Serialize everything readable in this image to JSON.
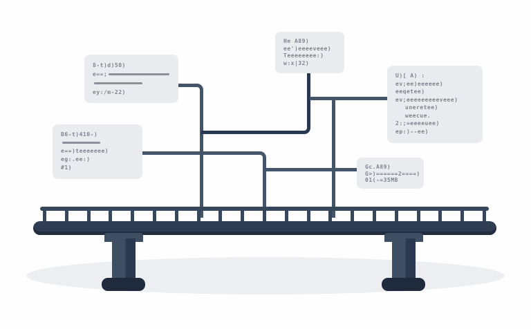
{
  "diagram": {
    "type": "bridge-infographic",
    "colors": {
      "box_bg": "#e9ebee",
      "text": "#7d848e",
      "line": "#44556a",
      "line_dark": "#273850",
      "bridge": "#2e3d51",
      "bridge_mid": "#36465b",
      "bridge_light": "#3e4e63",
      "bridge_darkcol": "#2a3850",
      "bridge_dark": "#1f2b3c",
      "shadow": "#edeef1"
    },
    "railing_posts": 21,
    "callouts": [
      {
        "name": "callout-top-left",
        "lines": [
          {
            "text": "8-t)d)50)"
          },
          {
            "text": "e==;",
            "bar": 88
          },
          {
            "bar": 70
          },
          {
            "text": "ey:/m-22)"
          }
        ]
      },
      {
        "name": "callout-mid-left",
        "lines": [
          {
            "text": "B6-t)410-)"
          },
          {
            "bar": 55
          },
          {
            "text": "e==)teeeeeee)"
          },
          {
            "text": "eg:.ee:)"
          },
          {
            "text": "#1)"
          }
        ]
      },
      {
        "name": "callout-top-center",
        "lines": [
          {
            "text": "He A89)"
          },
          {
            "text": "ee')eeeeveee)"
          },
          {
            "text": "Teeeeeeee:)"
          },
          {
            "text": "w:x|32)"
          }
        ]
      },
      {
        "name": "callout-right",
        "lines": [
          {
            "text": "U)[ A)  :"
          },
          {
            "text": "ev;ee)eeeeee)"
          },
          {
            "text": "eeqetee)"
          },
          {
            "text": "ev;eeeeeeeeeveee)"
          },
          {
            "text": "uneretee)",
            "indent": true
          },
          {
            "text": "weecue.",
            "indent": true
          },
          {
            "text": "2:;=eeeeuee)"
          },
          {
            "text": "ep:)--ee)"
          }
        ]
      },
      {
        "name": "callout-small-right",
        "lines": [
          {
            "text": "Gc.A89)"
          },
          {
            "text": "G>)======2====)"
          },
          {
            "text": "01(-=35MB"
          }
        ]
      }
    ]
  }
}
